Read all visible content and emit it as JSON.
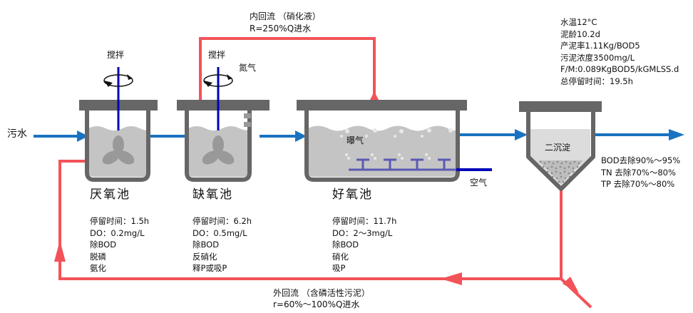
{
  "title": "A2/O 工艺流程",
  "colors": {
    "water_flow": "#1a73c0",
    "return_flow": "#f25358",
    "tank_wall": "#666666",
    "tank_water": "#c4c4c4",
    "air_pipe": "#0000b8",
    "diffuser": "#5a5ab4"
  },
  "inlet": {
    "label": "污水"
  },
  "internal_recycle": {
    "line1": "内回流 （硝化液）",
    "line2": "R=250%Q进水"
  },
  "external_recycle": {
    "line1": "外回流 （含磷活性污泥）",
    "line2": "r=60%～100%Q进水"
  },
  "tanks": [
    {
      "name": "厌氧池",
      "mixer_label": "搅拌",
      "details": [
        "停留时间：1.5h",
        "DO：0.2mg/L",
        "除BOD",
        "脱磷",
        "氨化"
      ]
    },
    {
      "name": "缺氧池",
      "mixer_label": "搅拌",
      "gas_label": "氮气",
      "details": [
        "停留时间：6.2h",
        "DO：0.5mg/L",
        "除BOD",
        "反硝化",
        "释P或吸P"
      ]
    },
    {
      "name": "好氧池",
      "aeration_label": "曝气",
      "air_label": "空气",
      "details": [
        "停留时间：11.7h",
        "DO：2～3mg/L",
        "除BOD",
        "硝化",
        "吸P"
      ]
    }
  ],
  "clarifier": {
    "name": "二沉淀",
    "removal": [
      "BOD去除90%～95%",
      "TN 去除70%～80%",
      "TP 去除70%～80%"
    ]
  },
  "parameters": [
    "水温12°C",
    "泥龄10.2d",
    "产泥率1.11Kg/BOD5",
    "污泥浓度3500mg/L",
    "F/M:0.089KgBOD5/kGMLSS.d",
    "总停留时间：19.5h"
  ]
}
